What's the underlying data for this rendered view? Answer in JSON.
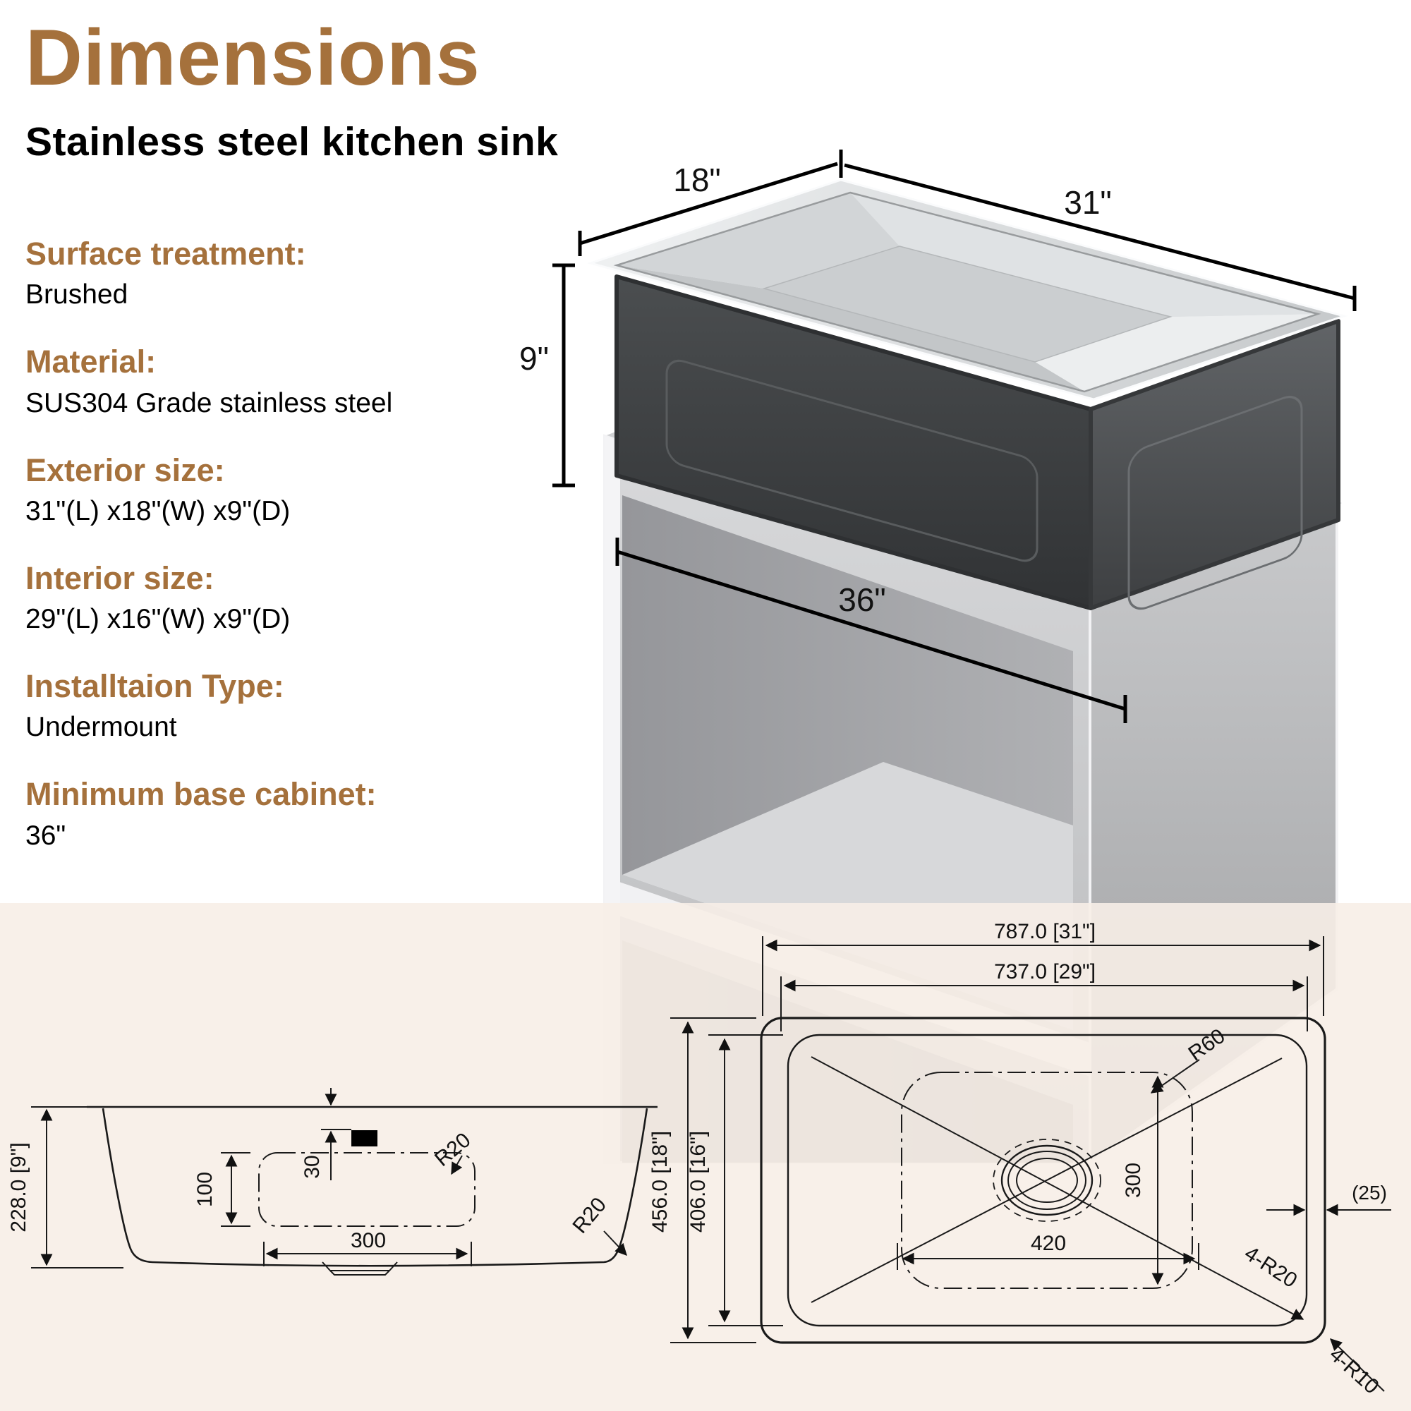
{
  "colors": {
    "accent": "#a5713c",
    "band": "#f7eee7",
    "line": "#111111",
    "sink_body": "#3d3f41",
    "steel": "#d9dbdd"
  },
  "header": {
    "title": "Dimensions",
    "subtitle": "Stainless steel kitchen sink"
  },
  "specs": {
    "items": [
      {
        "label": "Surface treatment:",
        "value": "Brushed"
      },
      {
        "label": "Material:",
        "value": "SUS304 Grade stainless steel"
      },
      {
        "label": "Exterior size:",
        "value": "31\"(L) x18\"(W) x9\"(D)"
      },
      {
        "label": "Interior size:",
        "value": "29\"(L) x16\"(W) x9\"(D)"
      },
      {
        "label": "Installtaion Type:",
        "value": "Undermount"
      },
      {
        "label": "Minimum base cabinet:",
        "value": "36\""
      }
    ]
  },
  "iso_view": {
    "width_dim": "18\"",
    "length_dim": "31\"",
    "depth_dim": "9\"",
    "cabinet_dim": "36\""
  },
  "section_view": {
    "overall_depth": "228.0 [9\"]",
    "ledge_height": "100",
    "rim_offset": "30",
    "ledge_width": "300",
    "ledge_radius": "R20",
    "corner_radius": "R20"
  },
  "top_view": {
    "outer_length": "787.0 [31\"]",
    "inner_length": "737.0 [29\"]",
    "outer_width": "456.0 [18\"]",
    "inner_width": "406.0 [16\"]",
    "bowl_height": "300",
    "bowl_width": "420",
    "flange_width": "(25)",
    "bowl_corner_radius": "R60",
    "inner_corner_radius": "4-R20",
    "outer_corner_radius": "4-R10"
  }
}
